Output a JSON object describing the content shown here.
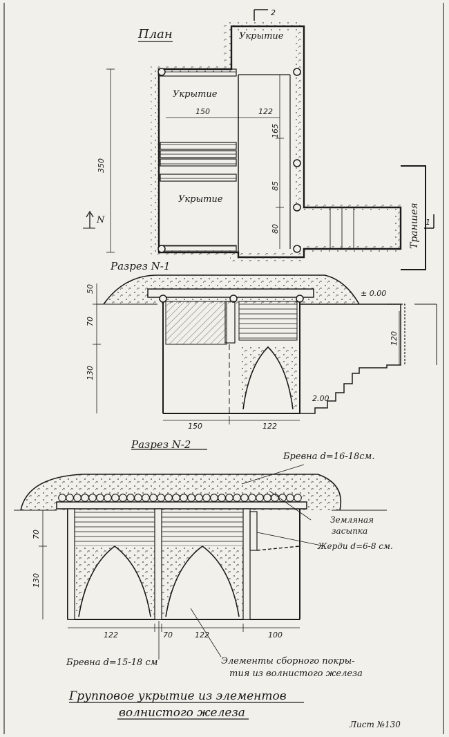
{
  "plan": {
    "title": "План",
    "shelter_top": "Укрытие",
    "shelter_a": "Укрытие",
    "shelter_b": "Укрытие",
    "trench": "Траншея",
    "north": "N",
    "dim_350": "350",
    "dim_150": "150",
    "dim_122": "122",
    "dim_165": "165",
    "dim_85": "85",
    "dim_80": "80",
    "cut_2": "2",
    "cut_1": "1"
  },
  "section1": {
    "title": "Разрез N-1",
    "level_top": "± 0.00",
    "level_bottom": "2.00",
    "dim_50": "50",
    "dim_70": "70",
    "dim_130": "130",
    "dim_120": "120",
    "dim_150": "150",
    "dim_122": "122"
  },
  "section2": {
    "title": "Разрез N-2",
    "logs_top": "Бревна d=16-18см.",
    "earth_fill_1": "Земляная",
    "earth_fill_2": "засыпка",
    "poles": "Жерди d=6-8 см.",
    "logs_bottom": "Бревна d=15-18 см",
    "elements_1": "Элементы сборного покры-",
    "elements_2": "тия из волнистого железа",
    "dim_70": "70",
    "dim_130": "130",
    "dim_122a": "122",
    "dim_70b": "70",
    "dim_122b": "122",
    "dim_100": "100"
  },
  "caption": {
    "line1": "Групповое укрытие из элементов",
    "line2": "волнистого железа"
  },
  "sheet_no": "Лист №130"
}
